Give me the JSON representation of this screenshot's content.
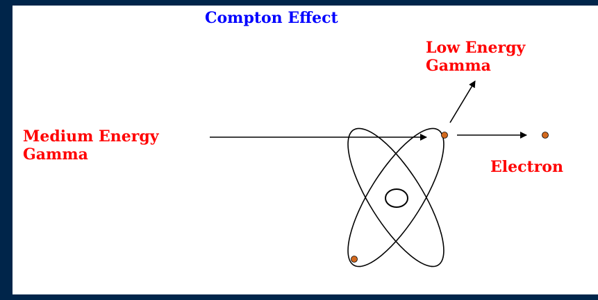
{
  "diagram": {
    "title": "Compton Effect",
    "labels": {
      "low_energy_line1": "Low Energy",
      "low_energy_line2": "Gamma",
      "medium_energy_line1": "Medium Energy",
      "medium_energy_line2": "Gamma",
      "electron": "Electron"
    }
  },
  "colors": {
    "frame": "#00254a",
    "background": "#ffffff",
    "title": "#0000ff",
    "labels": "#ff0000",
    "lines": "#000000",
    "electron_fill": "#d2691e"
  }
}
